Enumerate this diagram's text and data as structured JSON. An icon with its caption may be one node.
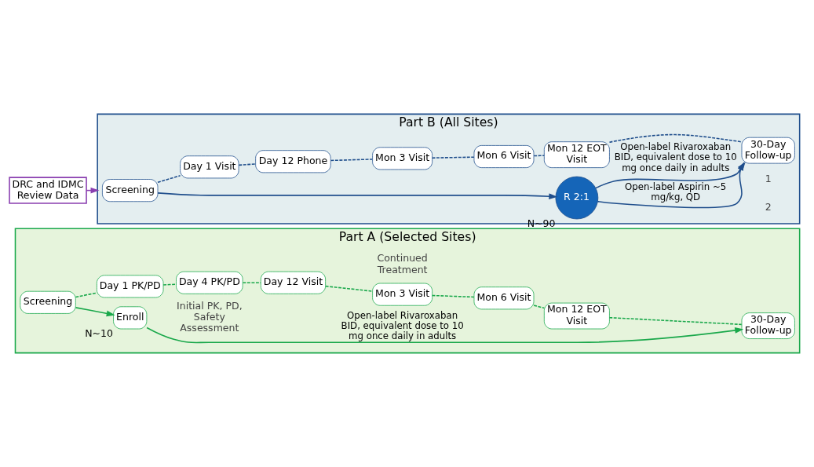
{
  "diagram": {
    "nodes": [
      {
        "text": [
          "Part A (Selected Sites)"
        ]
      },
      {
        "text": [
          "Screening"
        ],
        "in": 0
      },
      {
        "text": [
          "Enroll"
        ],
        "in": 0,
        "beside": [
          "N~10"
        ]
      },
      {
        "text": [
          "Day 1 PK/PD"
        ],
        "in": 0
      },
      {
        "text": [
          "Day 4 PK/PD"
        ],
        "in": 0
      },
      {
        "text": [
          "Day 12 Visit"
        ],
        "in": 0
      },
      {
        "text": [
          "Mon 3 Visit"
        ],
        "in": 0
      },
      {
        "text": [
          "Mon 6 Visit"
        ],
        "in": 0
      },
      {
        "text": [
          "Mon 12 EOT Visit"
        ],
        "in": 0
      },
      {
        "text": [
          "30-Day Follow-up"
        ],
        "in": 0
      },
      {
        "text": [
          "DRC and IDMC Review Data"
        ]
      },
      {
        "text": [
          "Part B (All Sites)"
        ]
      },
      {
        "text": [
          "Screening"
        ],
        "in": 11
      },
      {
        "text": [
          "R 2:1"
        ],
        "in": 11,
        "beside": [
          "N~90"
        ]
      },
      {
        "text": [
          "30-Day Follow-up"
        ],
        "in": 11
      },
      {
        "text": [
          "Day 1 Visit"
        ],
        "in": 11
      },
      {
        "text": [
          "Day 12 Phone"
        ],
        "in": 11
      },
      {
        "text": [
          "Mon 3 Visit"
        ],
        "in": 11
      },
      {
        "text": [
          "Mon 6 Visit"
        ],
        "in": 11
      },
      {
        "text": [
          "Mon 12 EOT Visit"
        ],
        "in": 11
      }
    ],
    "edges": [
      {
        "from": 1,
        "to": 2,
        "arrow": "to",
        "color": "#1aa84b"
      },
      {
        "from": 2,
        "to": 9,
        "arrow": "to",
        "color": "#1aa84b",
        "label": "Open-label Rivaroxaban BID, equivalent dose to 10 mg once daily in adults"
      },
      {
        "from": 1,
        "to": 3,
        "arrow": "none",
        "style": "dashed",
        "color": "#1aa84b"
      },
      {
        "from": 3,
        "to": 4,
        "arrow": "none",
        "style": "dashed",
        "color": "#1aa84b"
      },
      {
        "from": 4,
        "to": 5,
        "arrow": "none",
        "style": "dashed",
        "color": "#1aa84b"
      },
      {
        "from": 5,
        "to": 6,
        "arrow": "none",
        "style": "dashed",
        "color": "#1aa84b"
      },
      {
        "from": 6,
        "to": 7,
        "arrow": "none",
        "style": "dashed",
        "color": "#1aa84b"
      },
      {
        "from": 7,
        "to": 8,
        "arrow": "none",
        "style": "dashed",
        "color": "#1aa84b"
      },
      {
        "from": 8,
        "to": 9,
        "arrow": "none",
        "style": "dashed",
        "color": "#1aa84b"
      },
      {
        "from": 10,
        "to": 11,
        "arrow": "to",
        "color": "#8a3fb0"
      },
      {
        "from": 12,
        "to": 13,
        "arrow": "to",
        "color": "#1f4e8c"
      },
      {
        "from": 13,
        "to": 14,
        "arrow": "to",
        "color": "#1f4e8c",
        "label": "Open-label Rivaroxaban BID, equivalent dose to 10 mg once daily in adults"
      },
      {
        "from": 13,
        "to": 14,
        "arrow": "to",
        "color": "#1f4e8c",
        "label": "Open-label Aspirin ~5 mg/kg, QD"
      },
      {
        "from": 12,
        "to": 15,
        "arrow": "none",
        "style": "dashed",
        "color": "#1f4e8c"
      },
      {
        "from": 15,
        "to": 16,
        "arrow": "none",
        "style": "dashed",
        "color": "#1f4e8c"
      },
      {
        "from": 16,
        "to": 17,
        "arrow": "none",
        "style": "dashed",
        "color": "#1f4e8c"
      },
      {
        "from": 17,
        "to": 18,
        "arrow": "none",
        "style": "dashed",
        "color": "#1f4e8c"
      },
      {
        "from": 18,
        "to": 19,
        "arrow": "none",
        "style": "dashed",
        "color": "#1f4e8c"
      },
      {
        "from": 19,
        "to": 14,
        "arrow": "none",
        "style": "dashed",
        "color": "#1f4e8c"
      }
    ],
    "labels": [
      "Initial PK, PD, Safety Assessment",
      "Continued Treatment",
      "2",
      "1"
    ]
  }
}
